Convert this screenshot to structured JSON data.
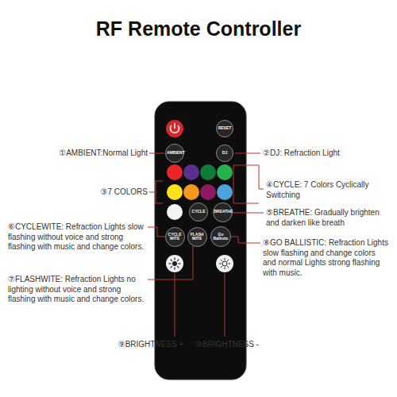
{
  "diagram": {
    "title": "RF Remote Controller",
    "nodes": [
      {
        "text": [
          "RESET"
        ]
      },
      {
        "text": [
          "AMBIENT"
        ]
      },
      {
        "text": [
          "DJ"
        ]
      },
      {
        "text": [
          "CYCLE"
        ]
      },
      {
        "text": [
          "BREATHE"
        ]
      },
      {
        "text": [
          "CYCLE WITE"
        ]
      },
      {
        "text": [
          "FLASH WITE"
        ]
      },
      {
        "text": [
          "Go Ballistic"
        ]
      }
    ],
    "labels": [
      "①AMBIENT:Normal Light",
      "②DJ: Refraction Light",
      "③7 COLORS",
      "④CYCLE: 7 Colors Cyclically Switching",
      "⑤BREATHE: Gradually brighten and darken like breath",
      "⑥CYCLEWITE: Refraction Lights slow flashing without voice and strong flashing with music and change colors.",
      "⑦FLASHWITE: Refraction Lights no lighting without voice and strong flashing with music and change colors.",
      "⑧GO BALLISTIC: Refraction Lights slow flashing and change colors and normal Lights strong flashing with music.",
      "⑨BRIGHTNESS +",
      "⑩BRIGHTNESS -"
    ]
  }
}
